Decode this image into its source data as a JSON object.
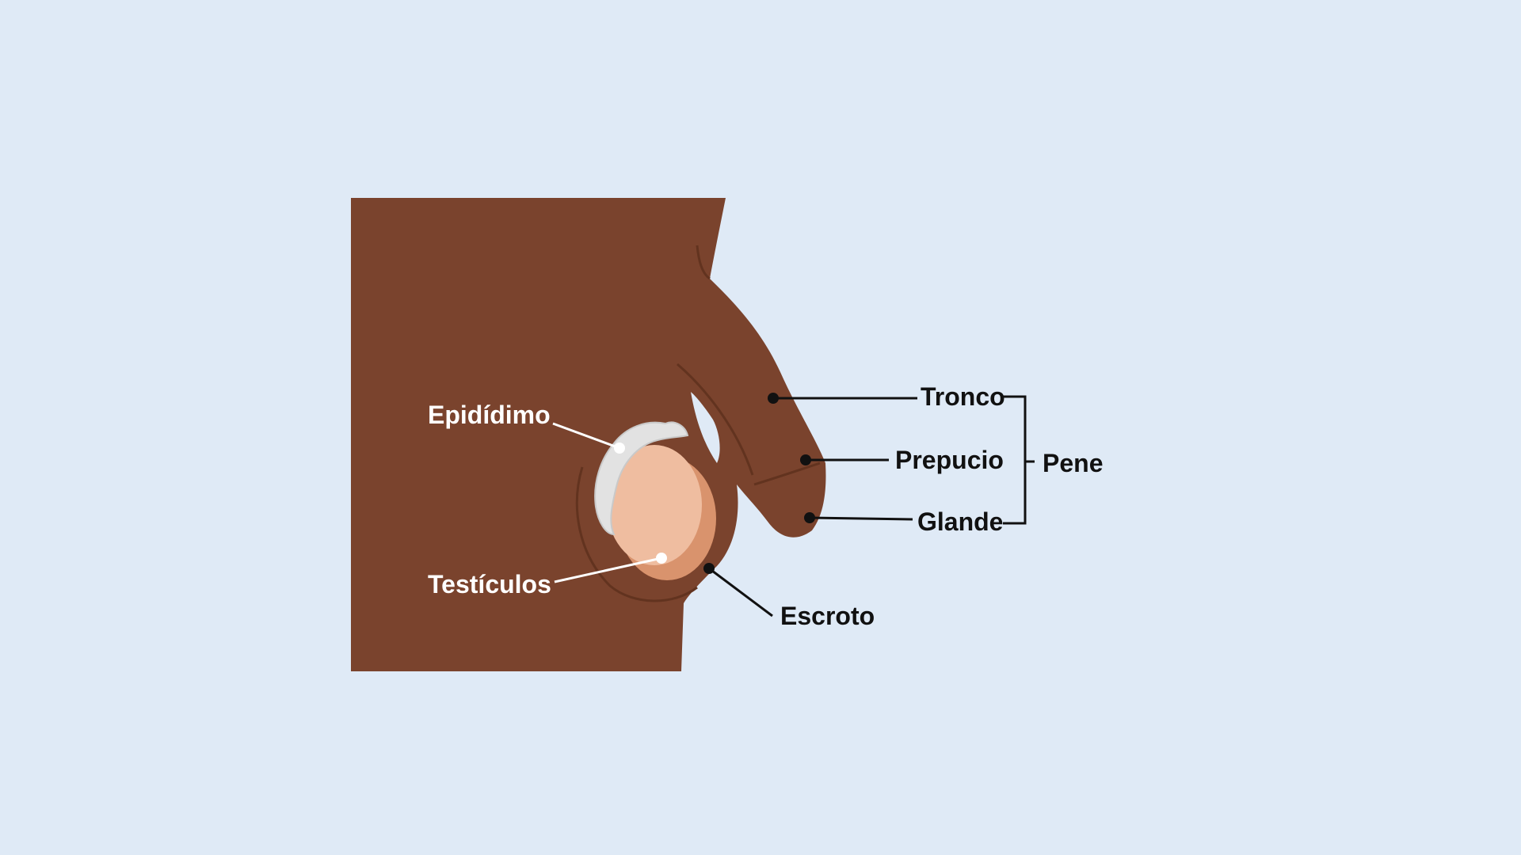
{
  "colors": {
    "background": "#dfeaf6",
    "skin": "#7a432d",
    "skin_shade": "#62331f",
    "testis": "#efbda0",
    "testis_shade": "#d9936d",
    "epididymis": "#e2e2e2",
    "label_light": "#ffffff",
    "label_dark": "#111111"
  },
  "labels": {
    "epididymis": "Epidídimo",
    "testicles": "Testículos",
    "scrotum": "Escroto",
    "shaft": "Tronco",
    "foreskin": "Prepucio",
    "glans": "Glande",
    "penis": "Pene"
  }
}
